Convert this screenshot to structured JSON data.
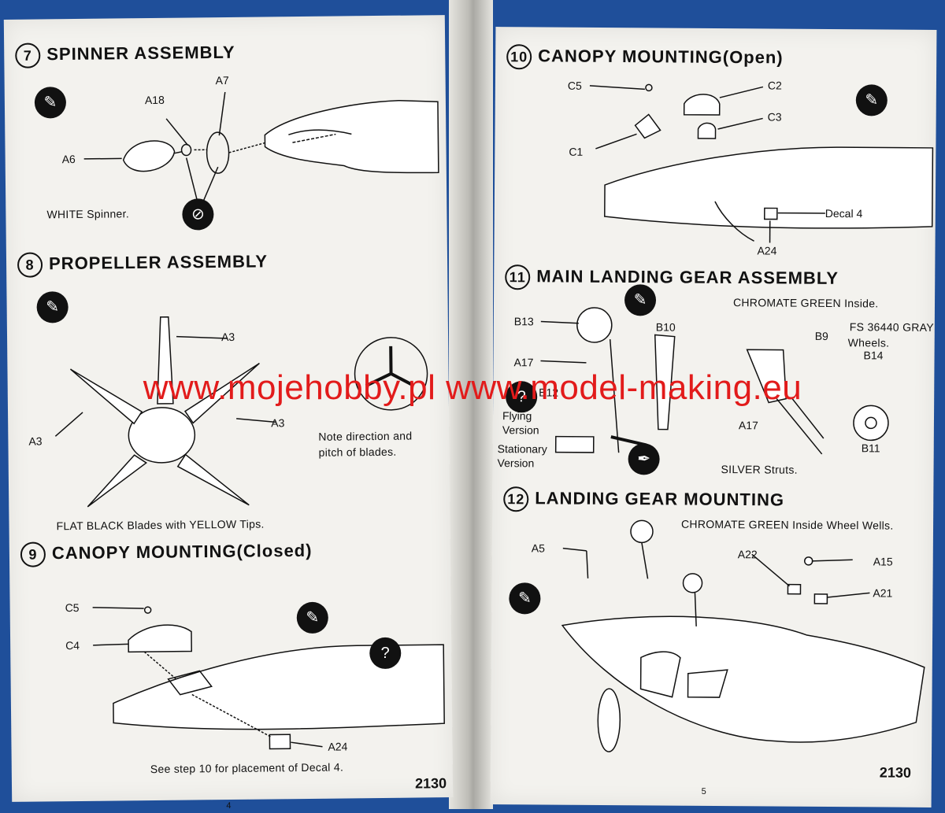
{
  "left_page": {
    "page_number": "4",
    "code": "2130",
    "steps": {
      "s7": {
        "num": "7",
        "title": "SPINNER ASSEMBLY",
        "parts": {
          "a18": "A18",
          "a7": "A7",
          "a6": "A6"
        },
        "note": "WHITE Spinner."
      },
      "s8": {
        "num": "8",
        "title": "PROPELLER ASSEMBLY",
        "parts": {
          "a3_top": "A3",
          "a3_right": "A3",
          "a3_left": "A3"
        },
        "note_blades": "FLAT BLACK Blades with YELLOW Tips.",
        "note_direction": [
          "Note direction and",
          "pitch of blades."
        ]
      },
      "s9": {
        "num": "9",
        "title": "CANOPY MOUNTING(Closed)",
        "parts": {
          "c5": "C5",
          "c4": "C4",
          "a24": "A24"
        },
        "note": "See step 10 for placement of Decal 4."
      }
    }
  },
  "right_page": {
    "page_number": "5",
    "code": "2130",
    "steps": {
      "s10": {
        "num": "10",
        "title": "CANOPY MOUNTING(Open)",
        "parts": {
          "c5": "C5",
          "c2": "C2",
          "c3": "C3",
          "c1": "C1",
          "decal4": "Decal 4",
          "a24": "A24"
        }
      },
      "s11": {
        "num": "11",
        "title": "MAIN LANDING GEAR ASSEMBLY",
        "parts": {
          "b13": "B13",
          "b10": "B10",
          "a17_top": "A17",
          "b12": "B12",
          "b9": "B9",
          "b14": "B14",
          "a17_bottom": "A17",
          "b11": "B11"
        },
        "note_chromate": "CHROMATE GREEN Inside.",
        "note_gray": [
          "FS 36440 GRAY",
          "Wheels."
        ],
        "note_silver": "SILVER Struts.",
        "flying": [
          "Flying",
          "Version"
        ],
        "stationary": [
          "Stationary",
          "Version"
        ]
      },
      "s12": {
        "num": "12",
        "title": "LANDING GEAR MOUNTING",
        "parts": {
          "a5": "A5",
          "a22": "A22",
          "a15": "A15",
          "a21": "A21"
        },
        "note": "CHROMATE GREEN Inside Wheel Wells."
      }
    }
  },
  "watermark": "www.mojehobby.pl www.model-making.eu",
  "icons": {
    "glue": "glue-tube-icon",
    "no_glue": "no-glue-icon",
    "question": "question-mark-icon",
    "cement": "cement-brush-icon"
  },
  "colors": {
    "background": "#1f4f9a",
    "paper": "#f3f2ee",
    "watermark": "#e21b1b"
  }
}
